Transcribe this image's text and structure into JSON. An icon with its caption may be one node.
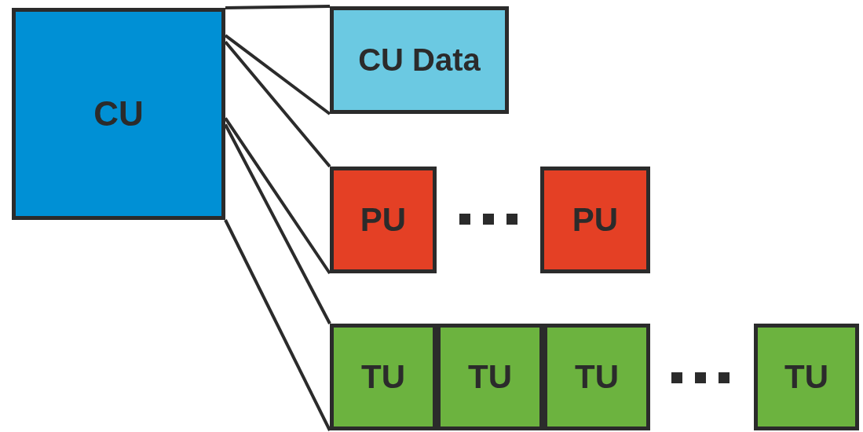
{
  "diagram": {
    "nodes": [
      {
        "text": [
          "CU"
        ]
      },
      {
        "text": [
          "CU Data"
        ]
      },
      {
        "text": [
          "PU"
        ]
      },
      {
        "text": [
          "PU"
        ]
      },
      {
        "text": [
          "TU"
        ]
      },
      {
        "text": [
          "TU"
        ]
      },
      {
        "text": [
          "TU"
        ]
      },
      {
        "text": [
          "TU"
        ]
      }
    ],
    "edges": [
      {
        "from": 0,
        "to": 1,
        "arrow": "none"
      },
      {
        "from": 0,
        "to": 1,
        "arrow": "none"
      },
      {
        "from": 0,
        "to": 2,
        "arrow": "none"
      },
      {
        "from": 0,
        "to": 2,
        "arrow": "none"
      },
      {
        "from": 0,
        "to": 4,
        "arrow": "none"
      },
      {
        "from": 0,
        "to": 4,
        "arrow": "none"
      }
    ]
  }
}
